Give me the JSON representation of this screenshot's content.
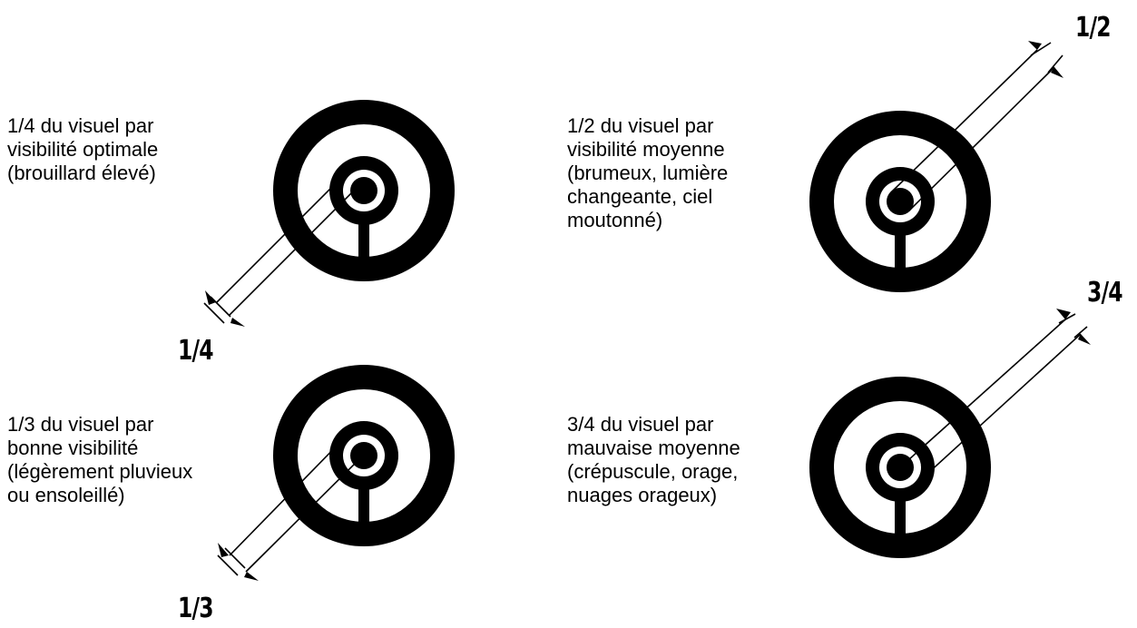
{
  "panels": [
    {
      "caption_lines": [
        "1/4 du visuel par",
        "visibilité optimale",
        "(brouillard élevé)"
      ],
      "fraction_label": "1/4",
      "fraction_value": 0.25
    },
    {
      "caption_lines": [
        "1/2 du visuel par",
        "visibilité moyenne",
        "(brumeux, lumière",
        "changeante, ciel",
        "moutonné)"
      ],
      "fraction_label": "1/2",
      "fraction_value": 0.5
    },
    {
      "caption_lines": [
        "1/3 du visuel par",
        "bonne visibilité",
        "(légèrement pluvieux",
        "ou ensoleillé)"
      ],
      "fraction_label": "1/3",
      "fraction_value": 0.3333
    },
    {
      "caption_lines": [
        "3/4 du visuel par",
        "mauvaise moyenne",
        "(crépuscule, orage,",
        "nuages orageux)"
      ],
      "fraction_label": "3/4",
      "fraction_value": 0.75
    }
  ]
}
